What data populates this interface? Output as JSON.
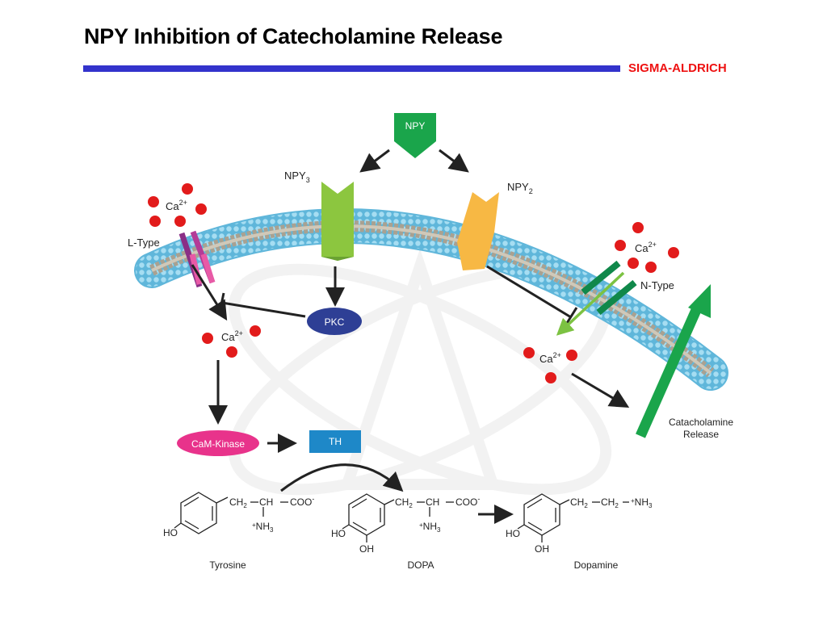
{
  "header": {
    "title": "NPY Inhibition of Catecholamine Release",
    "brand": "SIGMA-ALDRICH"
  },
  "colors": {
    "rule": "#3333cc",
    "brand": "#ee1111",
    "npy_green": "#1aa54b",
    "npy3_green": "#8cc63f",
    "npy2_orange": "#f7b844",
    "pkc_blue": "#2e3f95",
    "camk_pink": "#e8338b",
    "th_blue": "#1e88c8",
    "ca_red": "#e21b1b",
    "membrane": "#8fd3ef"
  },
  "diagram": {
    "npy": "NPY",
    "npy3": {
      "base": "NPY",
      "sub": "3"
    },
    "npy2": {
      "base": "NPY",
      "sub": "2"
    },
    "ca_left": {
      "base": "Ca",
      "sup": "2+"
    },
    "ca_mid": {
      "base": "Ca",
      "sup": "2+"
    },
    "ca_right_top": {
      "base": "Ca",
      "sup": "2+"
    },
    "ca_right_bottom": {
      "base": "Ca",
      "sup": "2+"
    },
    "l_type": "L-Type",
    "n_type": "N-Type",
    "pkc": "PKC",
    "camk": "CaM-Kinase",
    "th": "TH",
    "release_line1": "Catacholamine",
    "release_line2": "Release"
  },
  "chemistry": {
    "tyrosine": {
      "name": "Tyrosine",
      "ho": "HO",
      "ch2": "CH",
      "ch2_sub": "2",
      "ch": "CH",
      "coo": "COO",
      "coo_sup": "-",
      "nh3_prefix": "+",
      "nh3": "NH",
      "nh3_sub": "3"
    },
    "dopa": {
      "name": "DOPA",
      "ho": "HO",
      "oh": "OH",
      "ch2": "CH",
      "ch2_sub": "2",
      "ch": "CH",
      "coo": "COO",
      "coo_sup": "-",
      "nh3_prefix": "+",
      "nh3": "NH",
      "nh3_sub": "3"
    },
    "dopamine": {
      "name": "Dopamine",
      "ho": "HO",
      "oh": "OH",
      "ch2a": "CH",
      "ch2a_sub": "2",
      "ch2b": "CH",
      "ch2b_sub": "2",
      "nh3_prefix": "+",
      "nh3": "NH",
      "nh3_sub": "3"
    }
  }
}
